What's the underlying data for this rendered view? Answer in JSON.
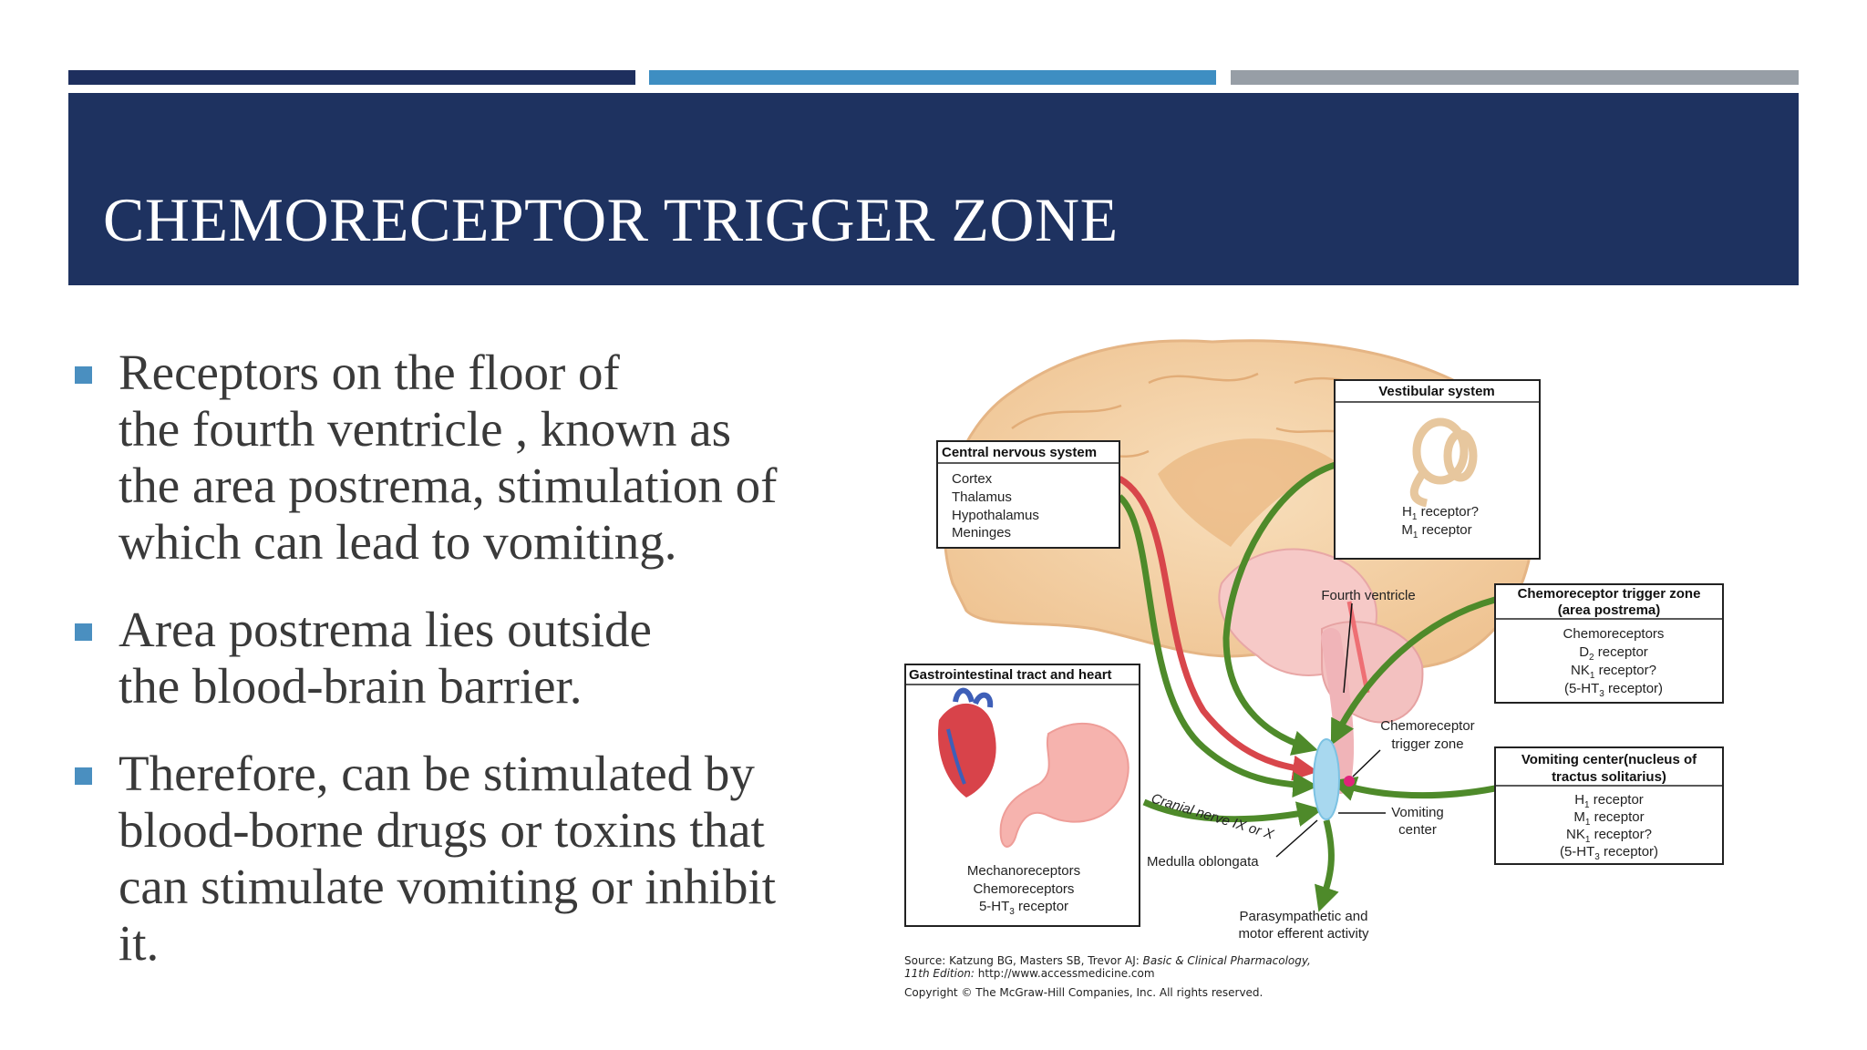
{
  "slide": {
    "title": "CHEMORECEPTOR TRIGGER ZONE",
    "bullets": [
      "Receptors on the floor of\nthe fourth ventricle , known as\nthe area postrema, stimulation of\nwhich can lead to vomiting.",
      "Area postrema lies outside\nthe blood-brain barrier.",
      "Therefore, can be stimulated by\nblood-borne drugs or toxins that\ncan stimulate vomiting or inhibit\nit."
    ],
    "colors": {
      "header": "#1e3260",
      "accent_dark": "#1e2f5e",
      "accent_blue": "#3e8ec2",
      "accent_gray": "#979ea6",
      "bullet": "#4a8fc0"
    }
  },
  "figure": {
    "cns": {
      "title": "Central nervous system",
      "items": [
        "Cortex",
        "Thalamus",
        "Hypothalamus",
        "Meninges"
      ]
    },
    "vestibular": {
      "title": "Vestibular system",
      "r1_pre": "H",
      "r1_sub": "1",
      "r1_post": " receptor?",
      "r2_pre": "M",
      "r2_sub": "1",
      "r2_post": " receptor"
    },
    "ctz": {
      "title1": "Chemoreceptor trigger zone",
      "title2": "(area postrema)",
      "l1": "Chemoreceptors",
      "l2_pre": "D",
      "l2_sub": "2",
      "l2_post": " receptor",
      "l3_pre": "NK",
      "l3_sub": "1",
      "l3_post": " receptor?",
      "l4_pre": "(5-HT",
      "l4_sub": "3",
      "l4_post": " receptor)"
    },
    "vomiting": {
      "title1": "Vomiting center(nucleus of",
      "title2": "tractus solitarius)",
      "l1_pre": "H",
      "l1_sub": "1",
      "l1_post": " receptor",
      "l2_pre": "M",
      "l2_sub": "1",
      "l2_post": " receptor",
      "l3_pre": "NK",
      "l3_sub": "1",
      "l3_post": " receptor?",
      "l4_pre": "(5-HT",
      "l4_sub": "3",
      "l4_post": " receptor)"
    },
    "gi": {
      "title": "Gastrointestinal tract and heart",
      "l1": "Mechanoreceptors",
      "l2": "Chemoreceptors",
      "l3_pre": "5-HT",
      "l3_sub": "3",
      "l3_post": " receptor"
    },
    "labels": {
      "fourth_ventricle": "Fourth ventricle",
      "ctz1": "Chemoreceptor",
      "ctz2": "trigger zone",
      "vc1": "Vomiting",
      "vc2": "center",
      "cranial": "Cranial nerve IX or X",
      "medulla": "Medulla oblongata",
      "para1": "Parasympathetic and",
      "para2": "motor efferent activity"
    },
    "source": {
      "line1_pre": "Source: Katzung BG, Masters SB, Trevor AJ: ",
      "line1_italic": "Basic & Clinical Pharmacology,",
      "line2_italic": "11th Edition:",
      "line2_post": " http://www.accessmedicine.com",
      "line3": "Copyright © The McGraw-Hill Companies, Inc. All rights reserved."
    }
  }
}
